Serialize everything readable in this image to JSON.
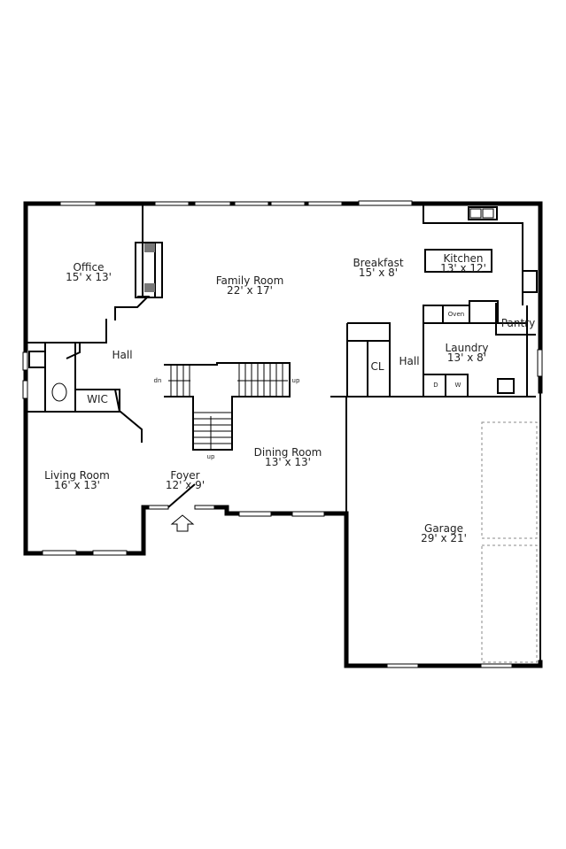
{
  "floorplan": {
    "rooms": [
      {
        "id": "office",
        "name": "Office",
        "dims": "15' x 13'"
      },
      {
        "id": "family-room",
        "name": "Family Room",
        "dims": "22' x 17'"
      },
      {
        "id": "breakfast",
        "name": "Breakfast",
        "dims": "15' x 8'"
      },
      {
        "id": "kitchen",
        "name": "Kitchen",
        "dims": "13' x 12'"
      },
      {
        "id": "laundry",
        "name": "Laundry",
        "dims": "13' x 8'"
      },
      {
        "id": "living-room",
        "name": "Living Room",
        "dims": "16' x 13'"
      },
      {
        "id": "foyer",
        "name": "Foyer",
        "dims": "12' x 9'"
      },
      {
        "id": "dining-room",
        "name": "Dining Room",
        "dims": "13' x 13'"
      },
      {
        "id": "garage",
        "name": "Garage",
        "dims": "29' x 21'"
      }
    ],
    "labels": {
      "hall_left": "Hall",
      "hall_right": "Hall",
      "wic": "WIC",
      "closet": "CL",
      "pantry": "Pantry",
      "oven": "Oven",
      "dryer": "D",
      "washer": "W",
      "stair_down": "dn",
      "stair_up_right": "up",
      "stair_up_bottom": "up"
    },
    "colors": {
      "wall": "#000000",
      "line": "#222222",
      "background": "#ffffff",
      "window": "#bdbdbd"
    }
  }
}
